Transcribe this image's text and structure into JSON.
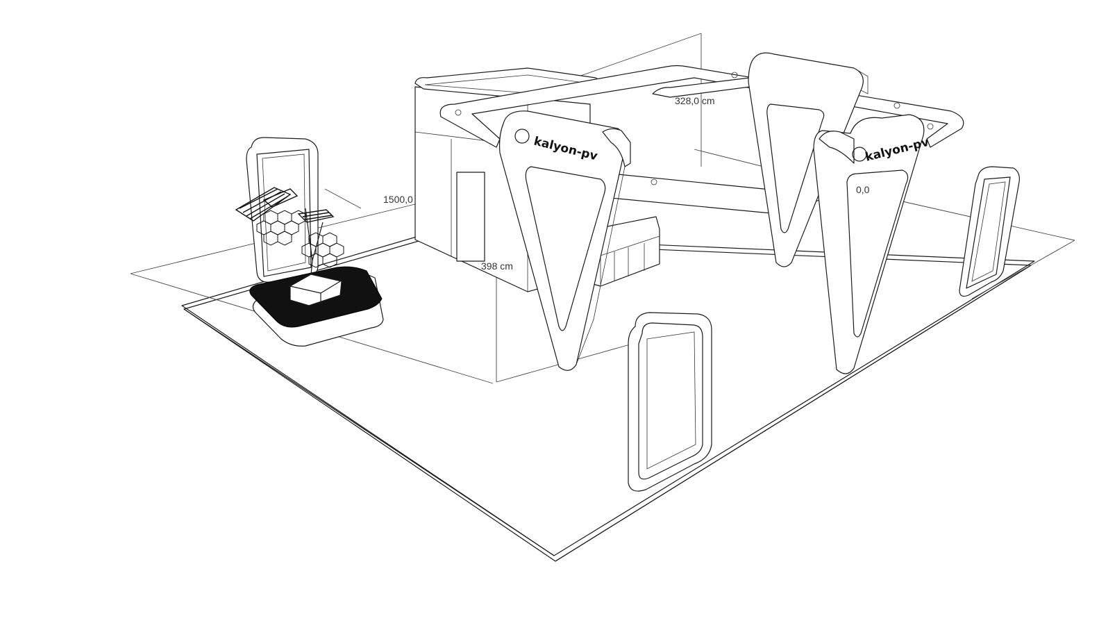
{
  "dimensions": {
    "width_label": "1500,0",
    "depth_label": "328,0 cm",
    "height_label": "398 cm",
    "partial_label": "0,0"
  },
  "branding": {
    "logo_left": "kalyon-pv",
    "logo_right": "kalyon-pv"
  }
}
